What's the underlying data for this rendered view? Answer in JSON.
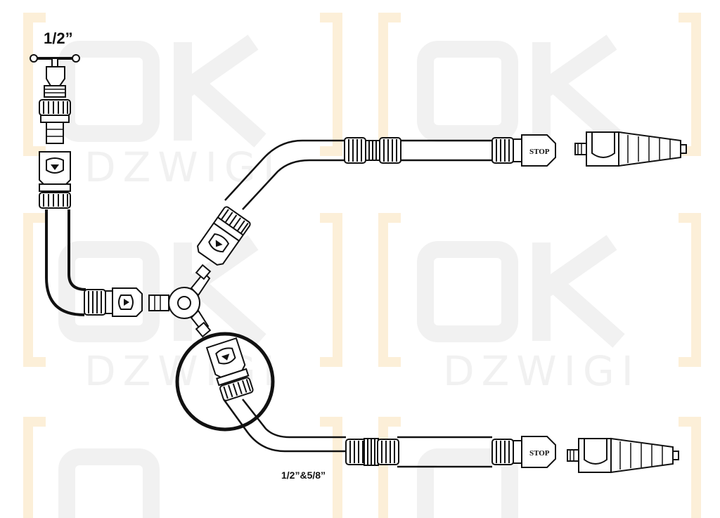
{
  "labels": {
    "top_size": "1/2”",
    "bottom_size": "1/2”&5/8”",
    "stop_upper": "STOP",
    "stop_lower": "STOP"
  },
  "watermark": {
    "brand": "OK",
    "subtitle": "DZWIGI"
  },
  "colors": {
    "line": "#111111",
    "watermark_bracket": "#fcefd8",
    "watermark_block": "#f1f1f1",
    "highlight_circle": "#111111"
  }
}
